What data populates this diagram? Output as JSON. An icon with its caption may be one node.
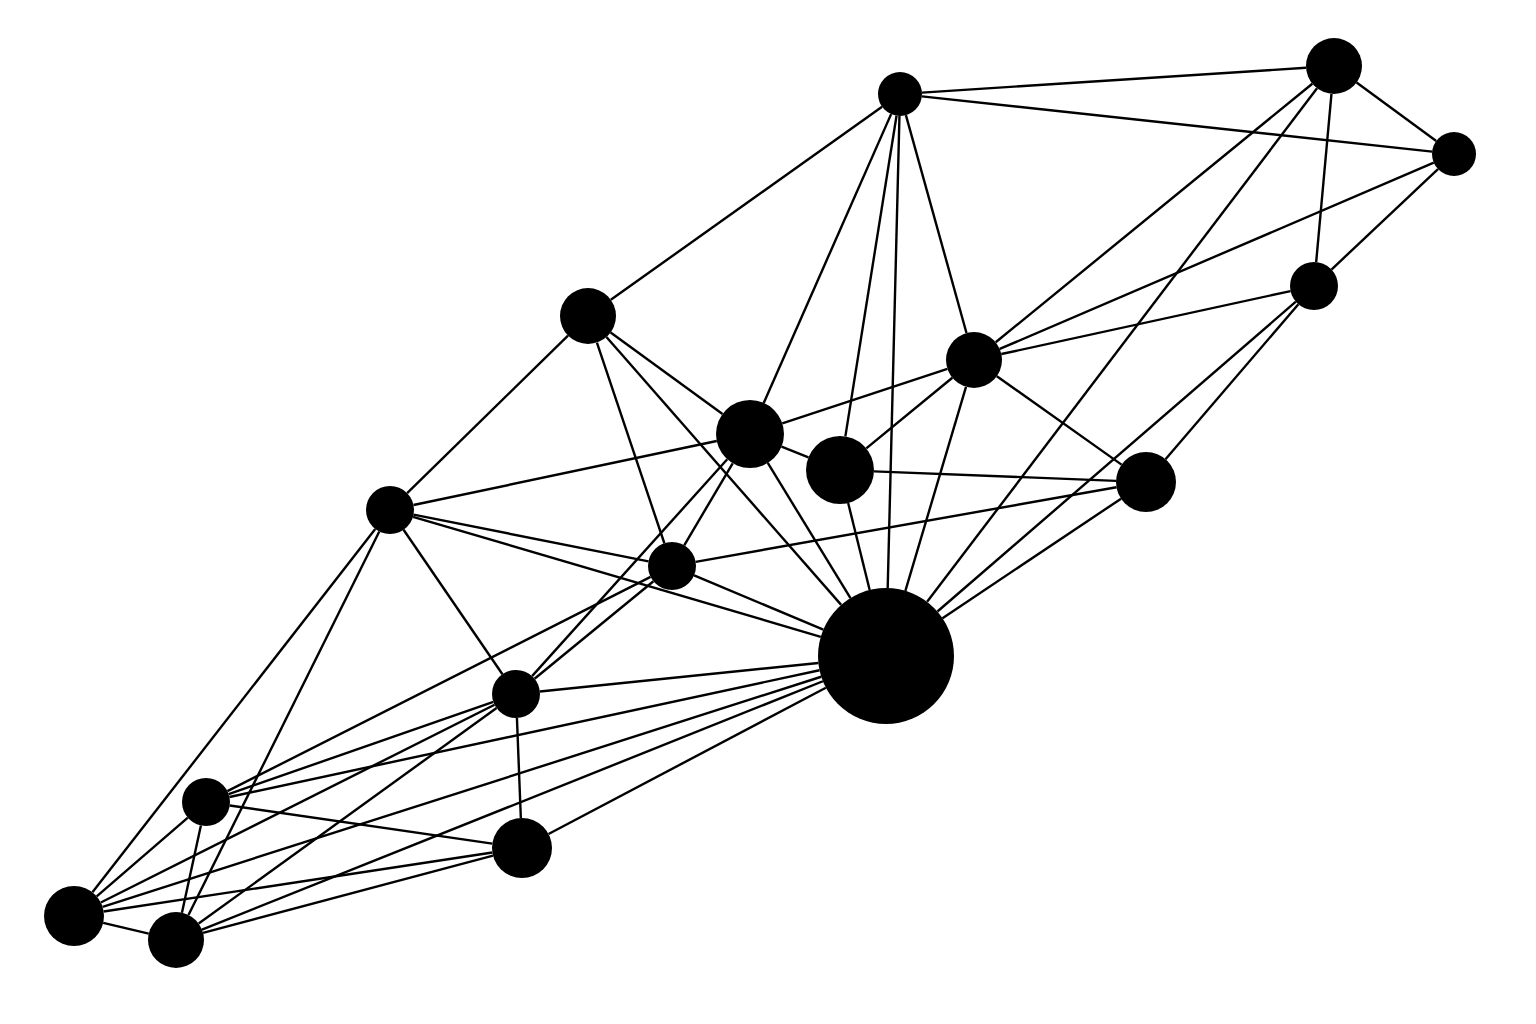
{
  "diagram": {
    "nodes": [
      {
        "text": [],
        "shape": "circle"
      },
      {
        "text": [],
        "shape": "circle"
      },
      {
        "text": [],
        "shape": "circle"
      },
      {
        "text": [],
        "shape": "circle"
      },
      {
        "text": [],
        "shape": "circle"
      },
      {
        "text": [],
        "shape": "circle"
      },
      {
        "text": [],
        "shape": "circle"
      },
      {
        "text": [],
        "shape": "circle"
      },
      {
        "text": [],
        "shape": "circle"
      },
      {
        "text": [],
        "shape": "circle"
      },
      {
        "text": [],
        "shape": "circle"
      },
      {
        "text": [],
        "shape": "circle"
      },
      {
        "text": [],
        "shape": "circle"
      },
      {
        "text": [],
        "shape": "circle"
      },
      {
        "text": [],
        "shape": "circle"
      },
      {
        "text": [],
        "shape": "circle"
      },
      {
        "text": [],
        "shape": "circle"
      }
    ],
    "edges": [
      {
        "from": 0,
        "to": 1,
        "arrow": "none"
      },
      {
        "from": 0,
        "to": 2,
        "arrow": "none"
      },
      {
        "from": 0,
        "to": 3,
        "arrow": "none"
      },
      {
        "from": 0,
        "to": 5,
        "arrow": "none"
      },
      {
        "from": 0,
        "to": 6,
        "arrow": "none"
      },
      {
        "from": 0,
        "to": 7,
        "arrow": "none"
      },
      {
        "from": 0,
        "to": 11,
        "arrow": "none"
      },
      {
        "from": 1,
        "to": 2,
        "arrow": "none"
      },
      {
        "from": 1,
        "to": 4,
        "arrow": "none"
      },
      {
        "from": 1,
        "to": 5,
        "arrow": "none"
      },
      {
        "from": 1,
        "to": 11,
        "arrow": "none"
      },
      {
        "from": 2,
        "to": 5,
        "arrow": "none"
      },
      {
        "from": 2,
        "to": 4,
        "arrow": "none"
      },
      {
        "from": 3,
        "to": 6,
        "arrow": "none"
      },
      {
        "from": 3,
        "to": 9,
        "arrow": "none"
      },
      {
        "from": 3,
        "to": 10,
        "arrow": "none"
      },
      {
        "from": 3,
        "to": 11,
        "arrow": "none"
      },
      {
        "from": 4,
        "to": 5,
        "arrow": "none"
      },
      {
        "from": 4,
        "to": 8,
        "arrow": "none"
      },
      {
        "from": 4,
        "to": 11,
        "arrow": "none"
      },
      {
        "from": 5,
        "to": 6,
        "arrow": "none"
      },
      {
        "from": 5,
        "to": 7,
        "arrow": "none"
      },
      {
        "from": 5,
        "to": 8,
        "arrow": "none"
      },
      {
        "from": 5,
        "to": 11,
        "arrow": "none"
      },
      {
        "from": 6,
        "to": 7,
        "arrow": "none"
      },
      {
        "from": 6,
        "to": 9,
        "arrow": "none"
      },
      {
        "from": 6,
        "to": 10,
        "arrow": "none"
      },
      {
        "from": 6,
        "to": 11,
        "arrow": "none"
      },
      {
        "from": 7,
        "to": 8,
        "arrow": "none"
      },
      {
        "from": 7,
        "to": 11,
        "arrow": "none"
      },
      {
        "from": 6,
        "to": 12,
        "arrow": "none"
      },
      {
        "from": 8,
        "to": 10,
        "arrow": "none"
      },
      {
        "from": 8,
        "to": 11,
        "arrow": "none"
      },
      {
        "from": 9,
        "to": 10,
        "arrow": "none"
      },
      {
        "from": 9,
        "to": 11,
        "arrow": "none"
      },
      {
        "from": 9,
        "to": 12,
        "arrow": "none"
      },
      {
        "from": 9,
        "to": 15,
        "arrow": "none"
      },
      {
        "from": 9,
        "to": 16,
        "arrow": "none"
      },
      {
        "from": 10,
        "to": 11,
        "arrow": "none"
      },
      {
        "from": 10,
        "to": 12,
        "arrow": "none"
      },
      {
        "from": 10,
        "to": 13,
        "arrow": "none"
      },
      {
        "from": 11,
        "to": 12,
        "arrow": "none"
      },
      {
        "from": 11,
        "to": 13,
        "arrow": "none"
      },
      {
        "from": 11,
        "to": 14,
        "arrow": "none"
      },
      {
        "from": 11,
        "to": 15,
        "arrow": "none"
      },
      {
        "from": 11,
        "to": 16,
        "arrow": "none"
      },
      {
        "from": 12,
        "to": 13,
        "arrow": "none"
      },
      {
        "from": 12,
        "to": 14,
        "arrow": "none"
      },
      {
        "from": 12,
        "to": 15,
        "arrow": "none"
      },
      {
        "from": 12,
        "to": 16,
        "arrow": "none"
      },
      {
        "from": 13,
        "to": 14,
        "arrow": "none"
      },
      {
        "from": 13,
        "to": 15,
        "arrow": "none"
      },
      {
        "from": 13,
        "to": 16,
        "arrow": "none"
      },
      {
        "from": 14,
        "to": 15,
        "arrow": "none"
      },
      {
        "from": 14,
        "to": 16,
        "arrow": "none"
      },
      {
        "from": 15,
        "to": 16,
        "arrow": "none"
      }
    ]
  }
}
